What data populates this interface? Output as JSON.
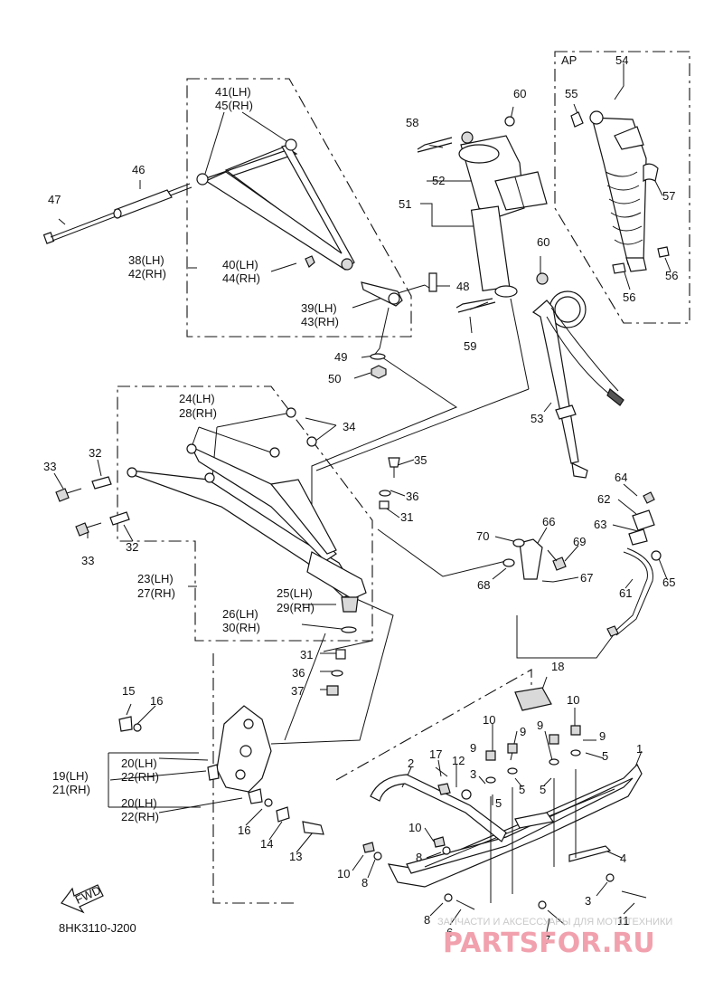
{
  "diagram": {
    "code": "8HK3110-J200",
    "fwd_label": "FWD",
    "ap_label": "AP"
  },
  "watermark": {
    "text": "ЗАПЧАСТИ И АКСЕССУАРЫ ДЛЯ МОТОТЕХНИКИ",
    "brand": "PARTSFOR.RU"
  },
  "labels": [
    {
      "id": "l41",
      "text": "41(LH)"
    },
    {
      "id": "l45",
      "text": "45(RH)"
    },
    {
      "id": "l46",
      "text": "46"
    },
    {
      "id": "l47",
      "text": "47"
    },
    {
      "id": "l38",
      "text": "38(LH)"
    },
    {
      "id": "l42",
      "text": "42(RH)"
    },
    {
      "id": "l40",
      "text": "40(LH)"
    },
    {
      "id": "l44",
      "text": "44(RH)"
    },
    {
      "id": "l39",
      "text": "39(LH)"
    },
    {
      "id": "l43",
      "text": "43(RH)"
    },
    {
      "id": "l49",
      "text": "49"
    },
    {
      "id": "l50",
      "text": "50"
    },
    {
      "id": "l58",
      "text": "58"
    },
    {
      "id": "l60a",
      "text": "60"
    },
    {
      "id": "l52",
      "text": "52"
    },
    {
      "id": "l51",
      "text": "51"
    },
    {
      "id": "l60b",
      "text": "60"
    },
    {
      "id": "l48",
      "text": "48"
    },
    {
      "id": "l59",
      "text": "59"
    },
    {
      "id": "l54",
      "text": "54"
    },
    {
      "id": "l55",
      "text": "55"
    },
    {
      "id": "l57",
      "text": "57"
    },
    {
      "id": "l56a",
      "text": "56"
    },
    {
      "id": "l56b",
      "text": "56"
    },
    {
      "id": "l53",
      "text": "53"
    },
    {
      "id": "l24",
      "text": "24(LH)"
    },
    {
      "id": "l28",
      "text": "28(RH)"
    },
    {
      "id": "l34",
      "text": "34"
    },
    {
      "id": "l32a",
      "text": "32"
    },
    {
      "id": "l33a",
      "text": "33"
    },
    {
      "id": "l32b",
      "text": "32"
    },
    {
      "id": "l33b",
      "text": "33"
    },
    {
      "id": "l35",
      "text": "35"
    },
    {
      "id": "l36a",
      "text": "36"
    },
    {
      "id": "l31a",
      "text": "31"
    },
    {
      "id": "l23",
      "text": "23(LH)"
    },
    {
      "id": "l27",
      "text": "27(RH)"
    },
    {
      "id": "l25",
      "text": "25(LH)"
    },
    {
      "id": "l29",
      "text": "29(RH)"
    },
    {
      "id": "l26",
      "text": "26(LH)"
    },
    {
      "id": "l30",
      "text": "30(RH)"
    },
    {
      "id": "l31b",
      "text": "31"
    },
    {
      "id": "l36b",
      "text": "36"
    },
    {
      "id": "l37",
      "text": "37"
    },
    {
      "id": "l64",
      "text": "64"
    },
    {
      "id": "l62",
      "text": "62"
    },
    {
      "id": "l63",
      "text": "63"
    },
    {
      "id": "l66",
      "text": "66"
    },
    {
      "id": "l70",
      "text": "70"
    },
    {
      "id": "l69",
      "text": "69"
    },
    {
      "id": "l68",
      "text": "68"
    },
    {
      "id": "l67",
      "text": "67"
    },
    {
      "id": "l65",
      "text": "65"
    },
    {
      "id": "l61",
      "text": "61"
    },
    {
      "id": "l18",
      "text": "18"
    },
    {
      "id": "l15",
      "text": "15"
    },
    {
      "id": "l16a",
      "text": "16"
    },
    {
      "id": "l19",
      "text": "19(LH)"
    },
    {
      "id": "l21",
      "text": "21(RH)"
    },
    {
      "id": "l20a",
      "text": "20(LH)"
    },
    {
      "id": "l22a",
      "text": "22(RH)"
    },
    {
      "id": "l20b",
      "text": "20(LH)"
    },
    {
      "id": "l22b",
      "text": "22(RH)"
    },
    {
      "id": "l16b",
      "text": "16"
    },
    {
      "id": "l14",
      "text": "14"
    },
    {
      "id": "l13",
      "text": "13"
    },
    {
      "id": "l10a",
      "text": "10"
    },
    {
      "id": "l10b",
      "text": "10"
    },
    {
      "id": "l9a",
      "text": "9"
    },
    {
      "id": "l9b",
      "text": "9"
    },
    {
      "id": "l9c",
      "text": "9"
    },
    {
      "id": "l9d",
      "text": "9"
    },
    {
      "id": "l5a",
      "text": "5"
    },
    {
      "id": "l5b",
      "text": "5"
    },
    {
      "id": "l5c",
      "text": "5"
    },
    {
      "id": "l5d",
      "text": "5"
    },
    {
      "id": "l1",
      "text": "1"
    },
    {
      "id": "l17",
      "text": "17"
    },
    {
      "id": "l12",
      "text": "12"
    },
    {
      "id": "l2",
      "text": "2"
    },
    {
      "id": "l3a",
      "text": "3"
    },
    {
      "id": "l3b",
      "text": "3"
    },
    {
      "id": "l4",
      "text": "4"
    },
    {
      "id": "l10c",
      "text": "10"
    },
    {
      "id": "l8a",
      "text": "8"
    },
    {
      "id": "l10d",
      "text": "10"
    },
    {
      "id": "l8b",
      "text": "8"
    },
    {
      "id": "l8c",
      "text": "8"
    },
    {
      "id": "l6",
      "text": "6"
    },
    {
      "id": "l7",
      "text": "7"
    },
    {
      "id": "l11",
      "text": "11"
    }
  ]
}
